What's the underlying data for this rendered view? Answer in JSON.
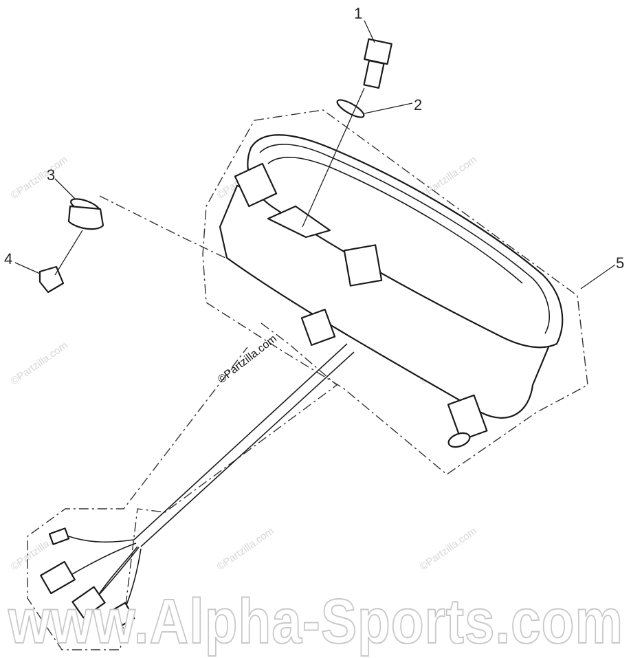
{
  "callouts": [
    {
      "label": "1"
    },
    {
      "label": "2"
    },
    {
      "label": "3"
    },
    {
      "label": "4"
    },
    {
      "label": "5"
    }
  ],
  "watermarks": {
    "tile_text": "©Partzilla.com",
    "center_text": "©Partzilla.com",
    "site_text": "www.Alpha-Sports.com"
  },
  "colors": {
    "line": "#1a1a1a",
    "watermark_light": "#d6d6d6",
    "site_watermark_stroke": "#c8c8c8"
  }
}
